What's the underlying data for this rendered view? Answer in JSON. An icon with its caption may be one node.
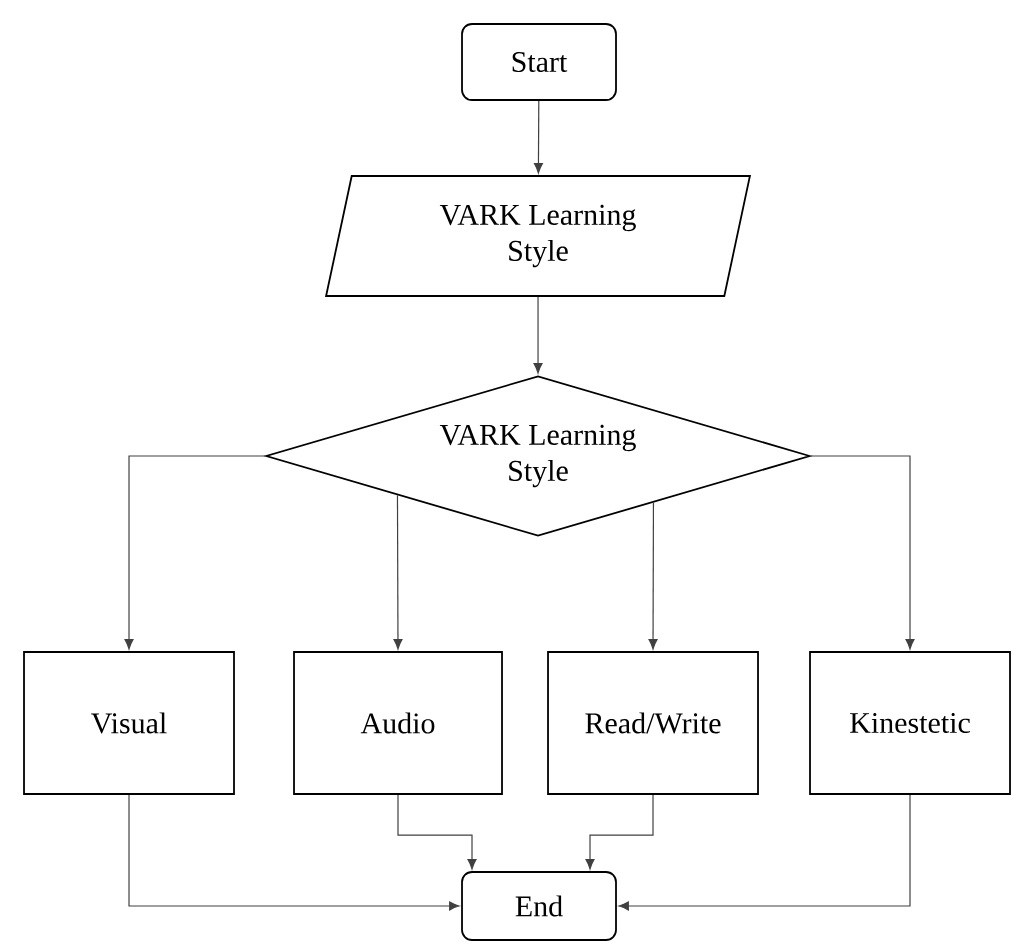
{
  "diagram": {
    "nodes": [
      {
        "text": [
          "Start"
        ]
      },
      {
        "text": [
          "VARK Learning Style"
        ]
      },
      {
        "text": [
          "VARK Learning Style"
        ]
      },
      {
        "text": [
          "Visual"
        ]
      },
      {
        "text": [
          "Audio"
        ]
      },
      {
        "text": [
          "Read/Write"
        ]
      },
      {
        "text": [
          "Kinestetic"
        ]
      },
      {
        "text": [
          "End"
        ]
      }
    ],
    "edges": [
      {
        "from": 0,
        "to": 1,
        "arrow": "to"
      },
      {
        "from": 1,
        "to": 2,
        "arrow": "to"
      },
      {
        "from": 2,
        "to": 3,
        "arrow": "to"
      },
      {
        "from": 2,
        "to": 4,
        "arrow": "to"
      },
      {
        "from": 2,
        "to": 5,
        "arrow": "to"
      },
      {
        "from": 2,
        "to": 6,
        "arrow": "to"
      },
      {
        "from": 3,
        "to": 7,
        "arrow": "to"
      },
      {
        "from": 4,
        "to": 7,
        "arrow": "to"
      },
      {
        "from": 5,
        "to": 7,
        "arrow": "to"
      },
      {
        "from": 6,
        "to": 7,
        "arrow": "to"
      }
    ]
  }
}
